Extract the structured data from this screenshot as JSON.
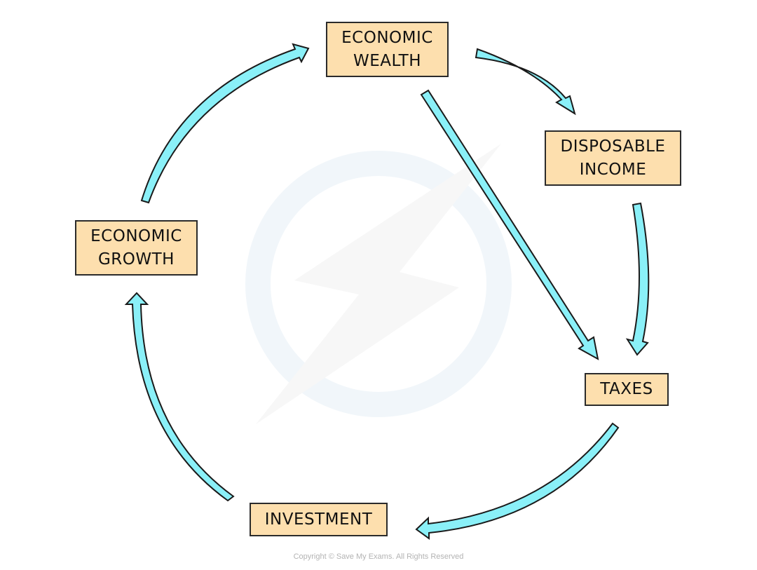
{
  "diagram": {
    "type": "cycle-flow",
    "nodes": [
      {
        "id": "economic-wealth",
        "label": "ECONOMIC\nWEALTH"
      },
      {
        "id": "disposable-income",
        "label": "DISPOSABLE\nINCOME"
      },
      {
        "id": "taxes",
        "label": "TAXES"
      },
      {
        "id": "investment",
        "label": "INVESTMENT"
      },
      {
        "id": "economic-growth",
        "label": "ECONOMIC\nGROWTH"
      }
    ],
    "edges": [
      {
        "from": "economic-wealth",
        "to": "disposable-income"
      },
      {
        "from": "disposable-income",
        "to": "taxes"
      },
      {
        "from": "economic-wealth",
        "to": "taxes"
      },
      {
        "from": "taxes",
        "to": "investment"
      },
      {
        "from": "investment",
        "to": "economic-growth"
      },
      {
        "from": "economic-growth",
        "to": "economic-wealth"
      }
    ],
    "colors": {
      "node_fill": "#fddfae",
      "node_border": "#2b2b2b",
      "arrow_fill": "#8af0f8",
      "arrow_stroke": "#1a1a1a",
      "watermark": "#f1f6fa"
    }
  },
  "watermark": {
    "icon": "lightning-bolt-circle-logo"
  },
  "footer": {
    "copyright": "Copyright © Save My Exams. All Rights Reserved"
  }
}
